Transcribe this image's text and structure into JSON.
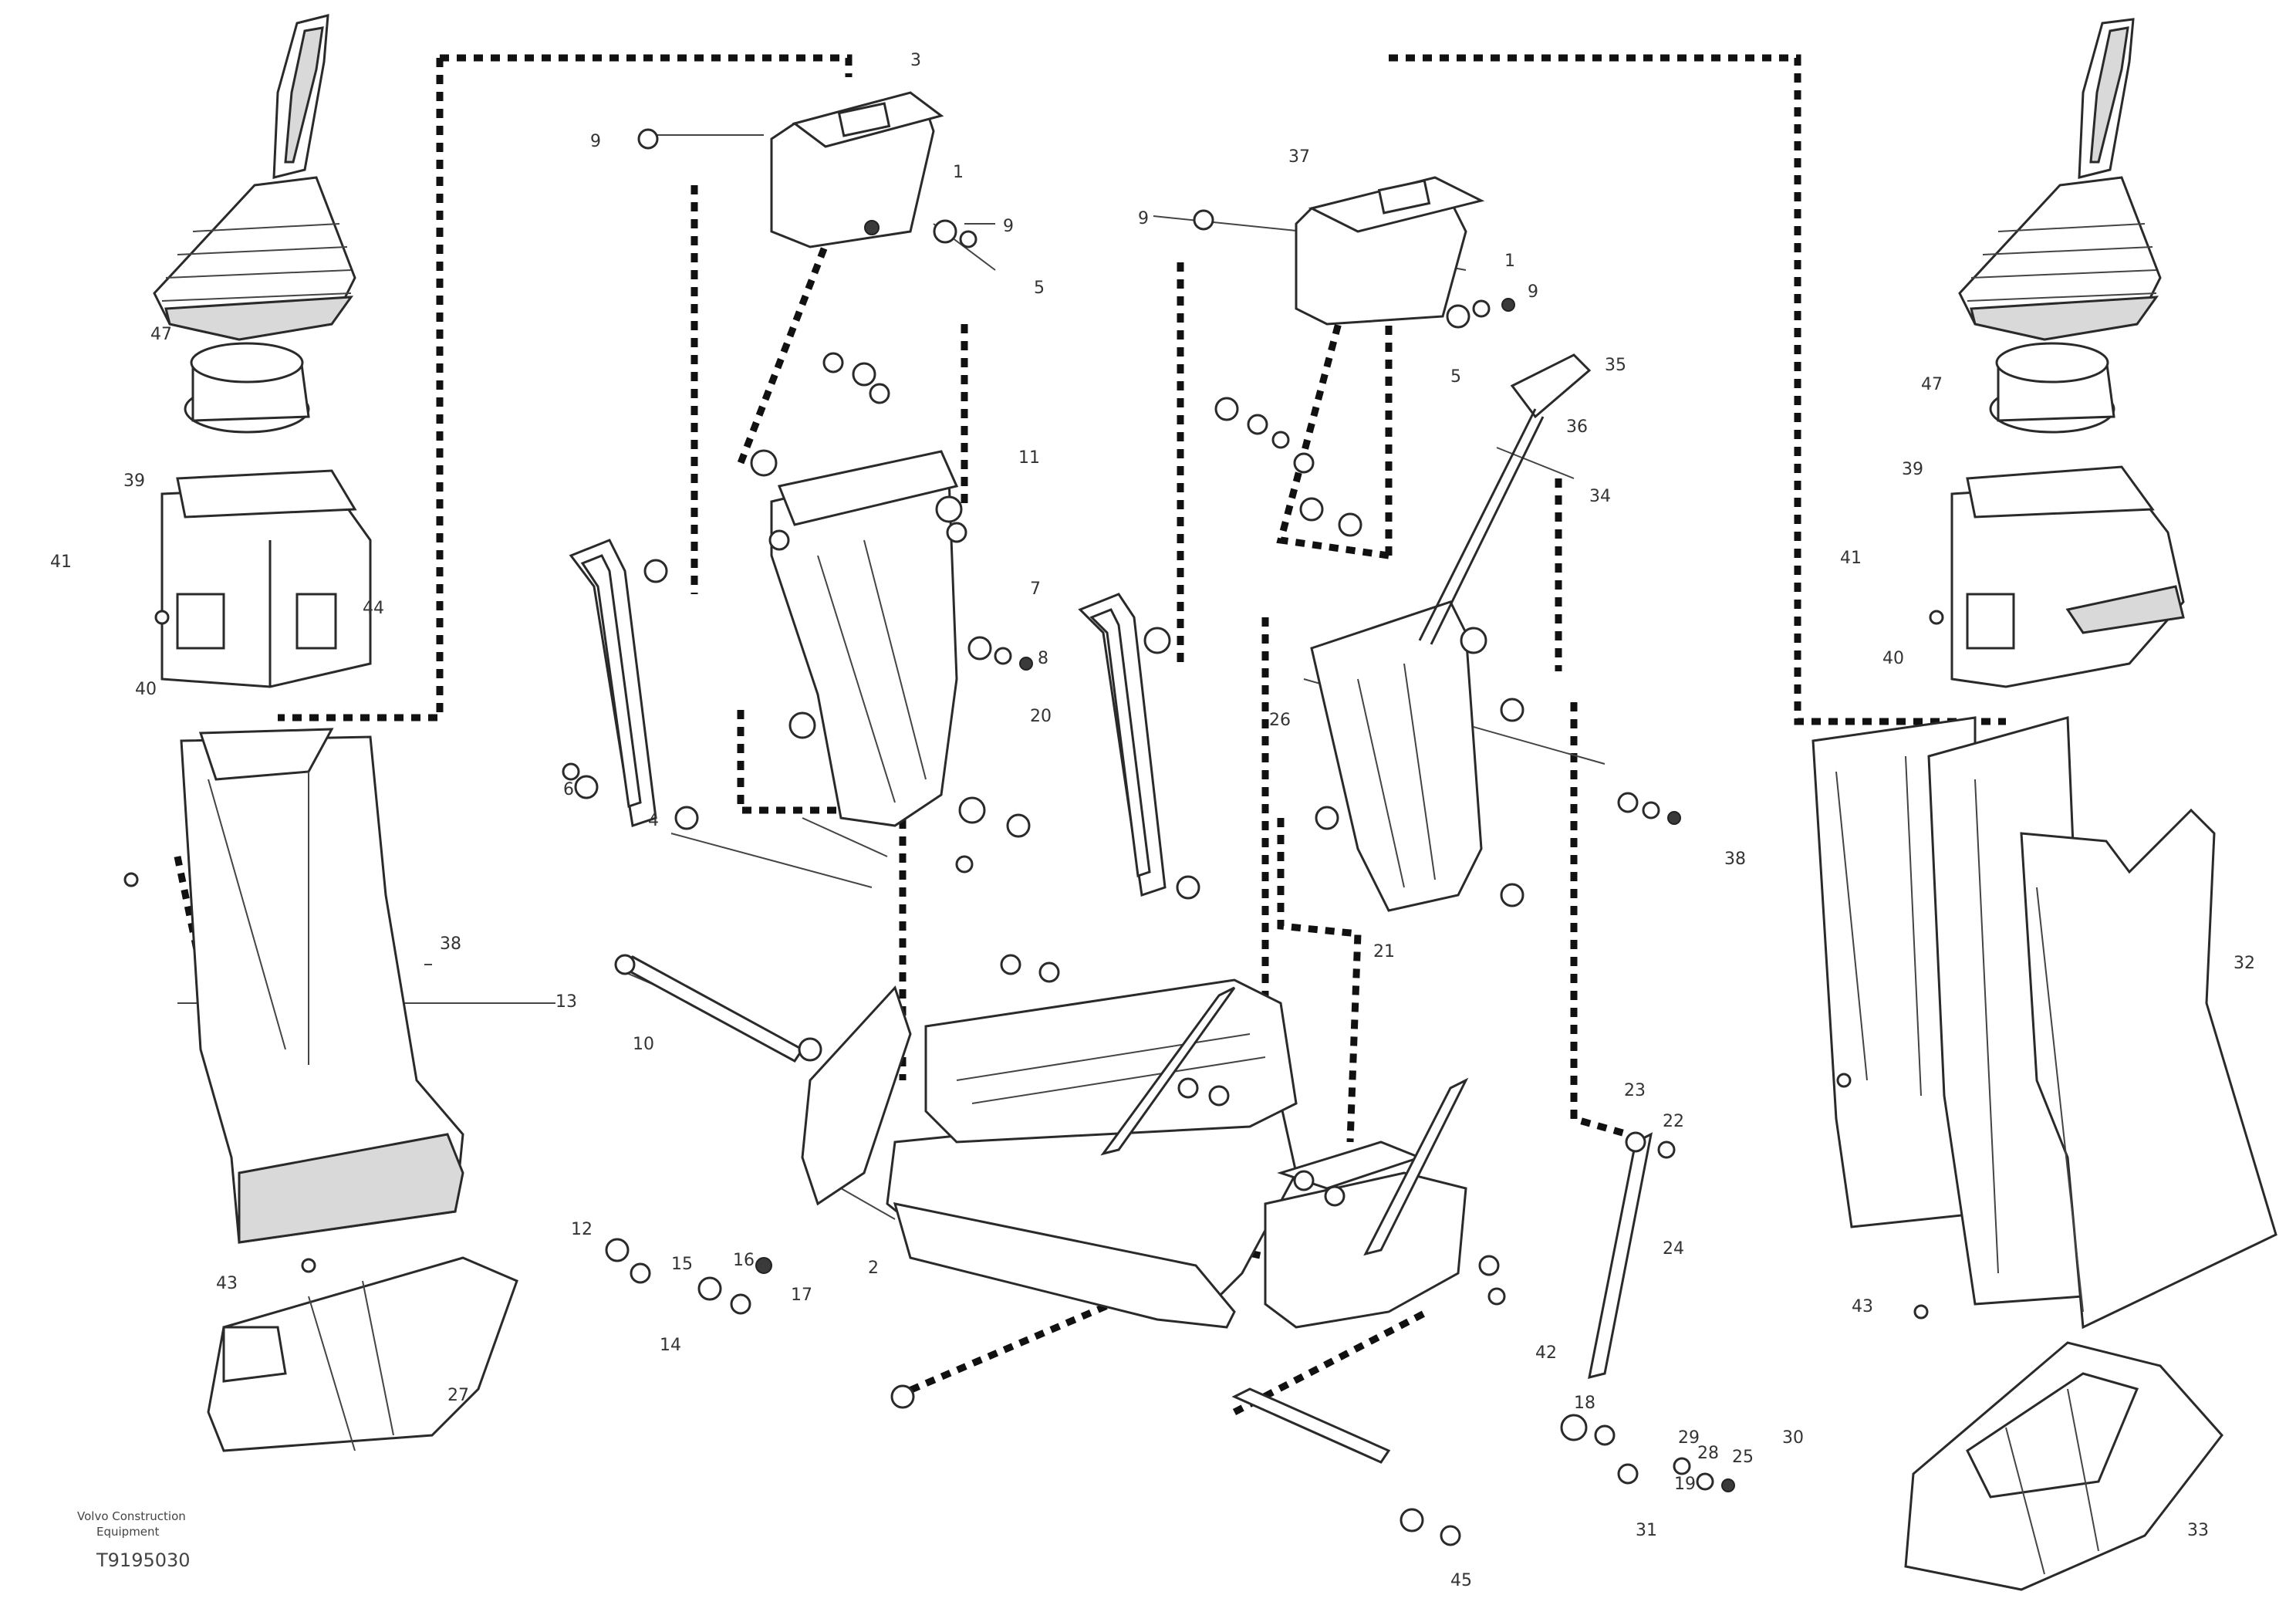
{
  "footer": {
    "line1": "Volvo Construction",
    "line2": "Equipment",
    "code": "T9195030"
  },
  "callouts": [
    {
      "text": "3"
    },
    {
      "text": "9"
    },
    {
      "text": "1"
    },
    {
      "text": "9"
    },
    {
      "text": "5"
    },
    {
      "text": "37"
    },
    {
      "text": "9"
    },
    {
      "text": "1"
    },
    {
      "text": "9"
    },
    {
      "text": "5"
    },
    {
      "text": "35"
    },
    {
      "text": "36"
    },
    {
      "text": "34"
    },
    {
      "text": "47"
    },
    {
      "text": "47"
    },
    {
      "text": "39"
    },
    {
      "text": "39"
    },
    {
      "text": "41"
    },
    {
      "text": "44"
    },
    {
      "text": "40"
    },
    {
      "text": "41"
    },
    {
      "text": "40"
    },
    {
      "text": "38"
    },
    {
      "text": "38"
    },
    {
      "text": "43"
    },
    {
      "text": "43"
    },
    {
      "text": "27"
    },
    {
      "text": "33"
    },
    {
      "text": "32"
    },
    {
      "text": "20"
    },
    {
      "text": "26"
    },
    {
      "text": "23"
    },
    {
      "text": "24"
    },
    {
      "text": "22"
    },
    {
      "text": "10"
    },
    {
      "text": "13"
    },
    {
      "text": "11"
    },
    {
      "text": "15"
    },
    {
      "text": "16"
    },
    {
      "text": "14"
    },
    {
      "text": "17"
    },
    {
      "text": "42"
    },
    {
      "text": "21"
    },
    {
      "text": "6"
    },
    {
      "text": "7"
    },
    {
      "text": "8"
    },
    {
      "text": "2"
    },
    {
      "text": "4"
    },
    {
      "text": "12"
    },
    {
      "text": "18"
    },
    {
      "text": "19"
    },
    {
      "text": "25"
    },
    {
      "text": "28"
    },
    {
      "text": "29"
    },
    {
      "text": "30"
    },
    {
      "text": "31"
    },
    {
      "text": "45"
    }
  ]
}
